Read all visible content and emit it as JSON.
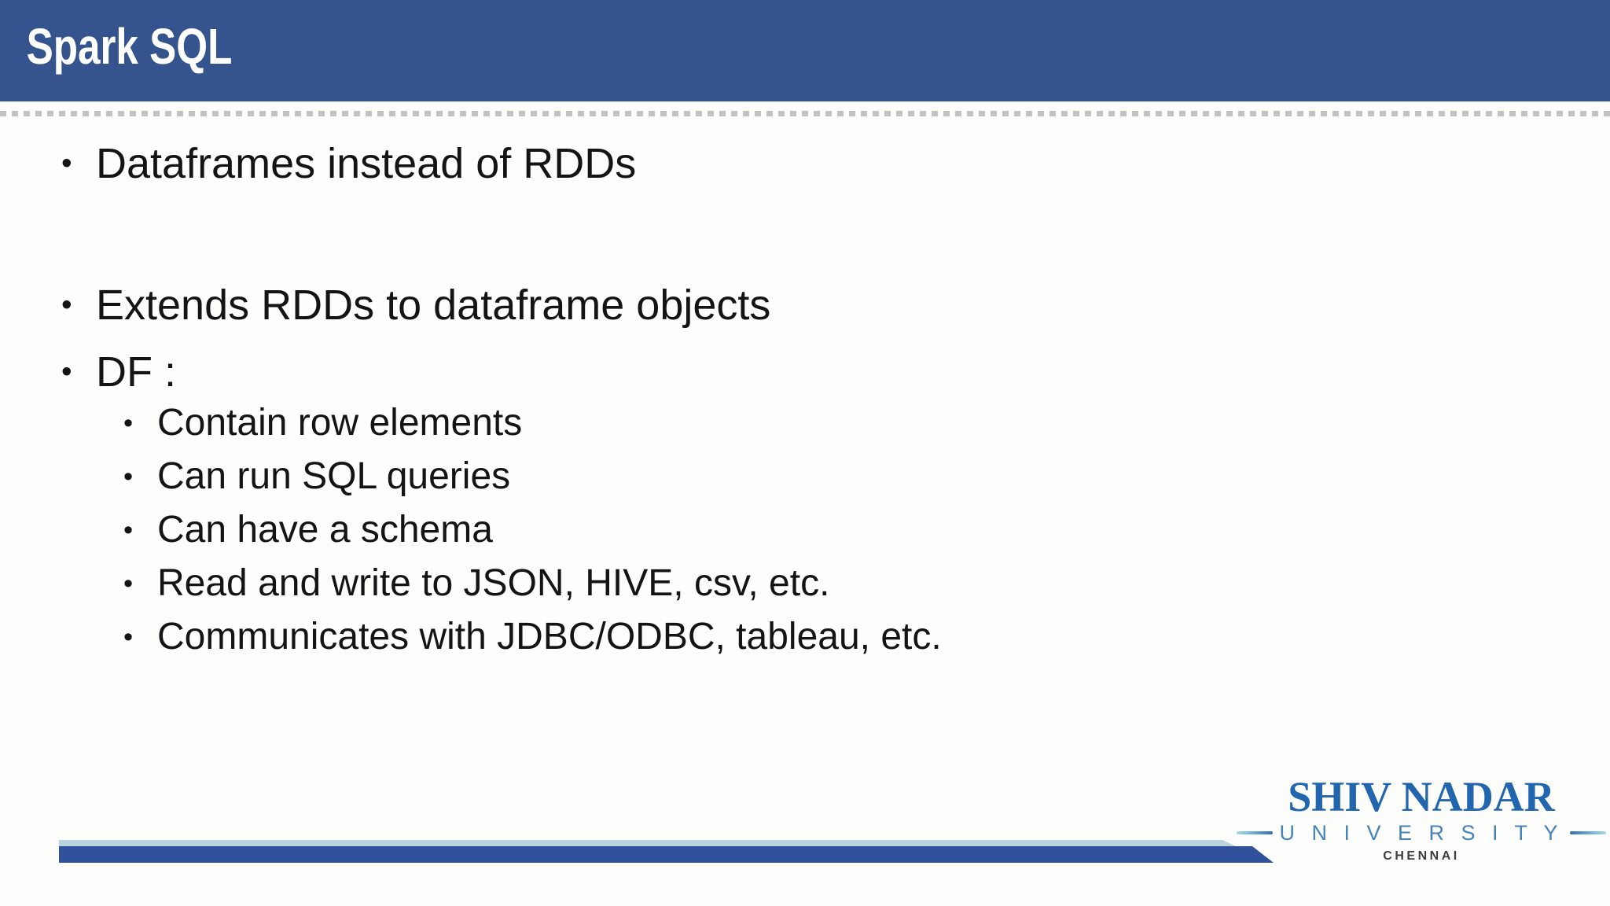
{
  "header": {
    "title": "Spark SQL"
  },
  "glyphs": {
    "bullet": "•"
  },
  "body": {
    "bullets": [
      {
        "level": 1,
        "text": "Dataframes instead of RDDs"
      },
      {
        "level": 1,
        "text": "Extends RDDs to dataframe objects"
      },
      {
        "level": 1,
        "text": "DF :"
      },
      {
        "level": 2,
        "text": "Contain row elements"
      },
      {
        "level": 2,
        "text": "Can run SQL queries"
      },
      {
        "level": 2,
        "text": "Can have a schema"
      },
      {
        "level": 2,
        "text": "Read and write to JSON, HIVE, csv, etc."
      },
      {
        "level": 2,
        "text": "Communicates with JDBC/ODBC, tableau, etc."
      }
    ]
  },
  "footer": {
    "logo": {
      "name": "SHIV NADAR",
      "university": "U N I V E R S I T Y",
      "city": "CHENNAI"
    }
  },
  "colors": {
    "header_bar": "#35548e",
    "body_text": "#141414",
    "separator_dots": "#94948c",
    "footer_bar": "#32519c",
    "footer_accent_strip": "#b9d4de",
    "logo_primary_blue": "#2166ae",
    "logo_secondary_blue": "#4583ba",
    "logo_city_gray": "#3d3d3d"
  }
}
